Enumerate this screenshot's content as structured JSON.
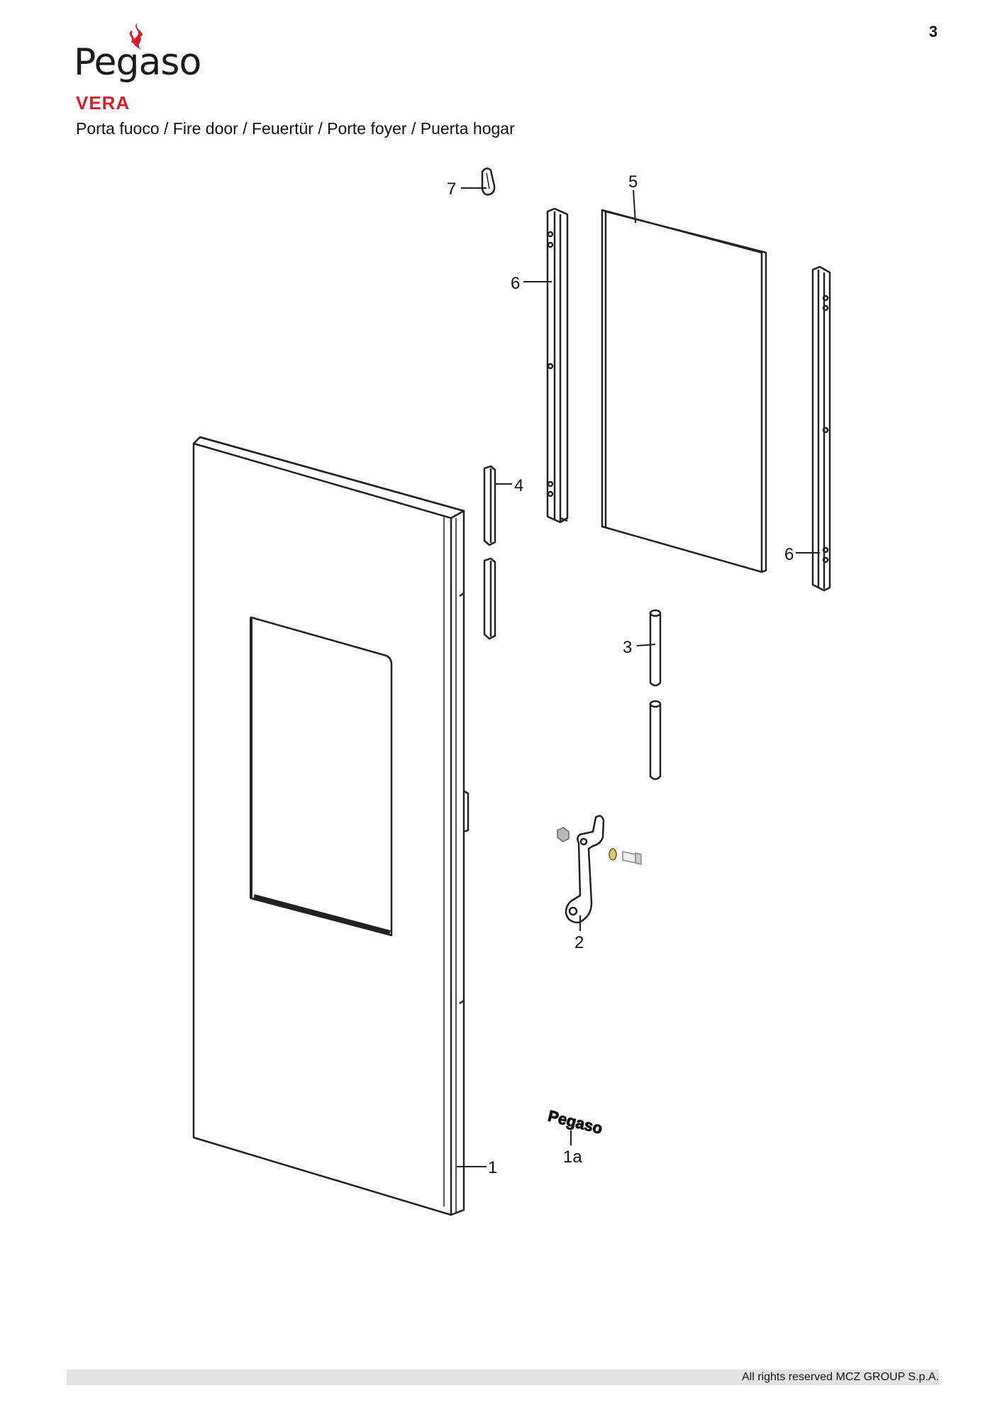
{
  "page": {
    "number": "3"
  },
  "brand": {
    "logo_text": "Pegaso",
    "logo_icon": "flame-icon",
    "accent_color": "#d71e2b"
  },
  "header": {
    "product_name": "VERA",
    "subtitle": "Porta fuoco / Fire door / Feuertür / Porte foyer / Puerta hogar"
  },
  "parts": {
    "p1": "1",
    "p1a": "1a",
    "p2": "2",
    "p3": "3",
    "p4": "4",
    "p5": "5",
    "p6a": "6",
    "p6b": "6",
    "p7": "7"
  },
  "footer": {
    "copyright": "All rights reserved MCZ GROUP S.p.A."
  }
}
